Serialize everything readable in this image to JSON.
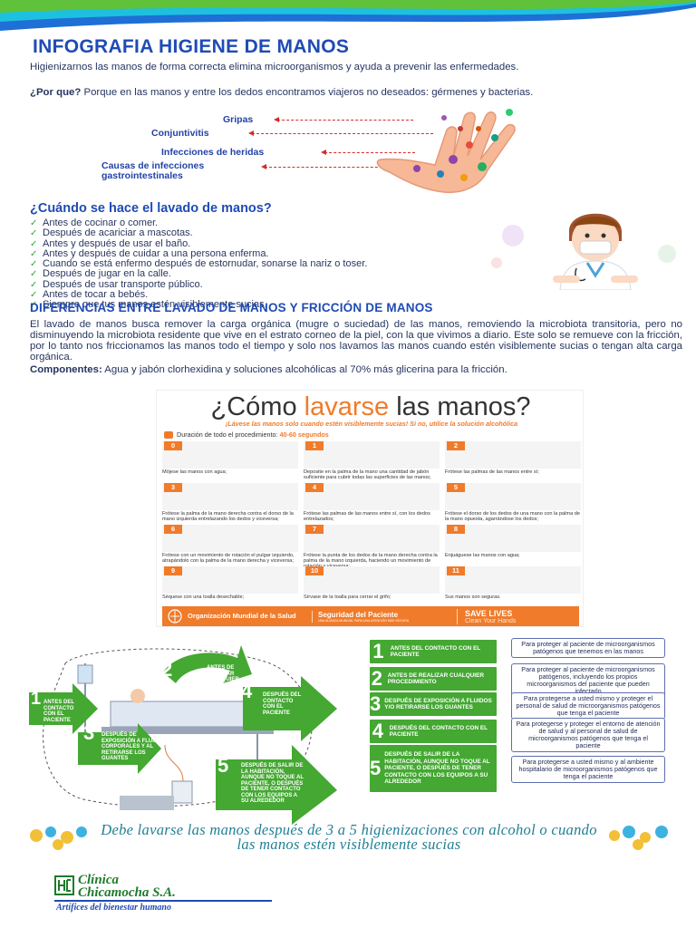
{
  "colors": {
    "title_blue": "#1f4bb5",
    "green": "#44a832",
    "orange": "#f07b2a",
    "red": "#d62b2b",
    "teal": "#1f7f95"
  },
  "header": {
    "title": "INFOGRAFIA HIGIENE DE MANOS"
  },
  "intro": "Higienizarnos las manos de forma correcta elimina microorganismos y ayuda a prevenir las enfermedades.",
  "why": {
    "label": "¿Por que?",
    "text": " Porque en las manos y entre los dedos encontramos viajeros no deseados: gérmenes y bacterias."
  },
  "diseases": [
    "Gripas",
    "Conjuntivitis",
    "Infecciones de heridas",
    "Causas de infecciones gastrointestinales"
  ],
  "when": {
    "title": "¿Cuándo se hace el lavado de manos?",
    "items": [
      "Antes de cocinar o comer.",
      "Después de acariciar a mascotas.",
      "Antes y después de usar el baño.",
      "Antes y después de cuidar a una persona enferma.",
      "Cuando se está enfermo después de estornudar, sonarse la nariz o toser.",
      "Después de jugar en la calle.",
      "Después de usar transporte público.",
      "Antes de tocar a bebés.",
      "Siempre que tus manos estén visiblemente sucias."
    ]
  },
  "differences": {
    "title": "DIFERENCIAS ENTRE LAVADO DE MANOS Y FRICCIÓN DE MANOS",
    "text": "El lavado de manos busca remover la carga orgánica (mugre o suciedad) de las manos, removiendo la microbiota transitoria, pero no disminuyendo la microbiota residente que vive en el estrato corneo de la piel, con la que vivimos a diario. Este solo se remueve con la fricción, por lo tanto nos friccionamos las manos todo el tiempo y solo nos lavamos las manos cuando estén visiblemente sucias o tengan alta carga orgánica.",
    "components_label": "Componentes:",
    "components_text": " Agua y jabón clorhexidina y soluciones alcohólicas al 70% más glicerina para la fricción."
  },
  "poster": {
    "title_pre": "¿Cómo ",
    "title_hl": "lavarse",
    "title_post": " las manos?",
    "subtitle": "¡Lávese las manos solo cuando estén visiblemente sucias! Si no, utilice la solución alcohólica",
    "duration_label": "Duración de todo el procedimiento: ",
    "duration_value": "40-60 segundos",
    "steps": [
      {
        "num": "0",
        "caption": "Mójese las manos con agua;"
      },
      {
        "num": "1",
        "caption": "Deposite en la palma de la mano una cantidad de jabón suficiente para cubrir todas las superficies de las manos;"
      },
      {
        "num": "2",
        "caption": "Frótese las palmas de las manos entre sí;"
      },
      {
        "num": "3",
        "caption": "Frótese la palma de la mano derecha contra el dorso de la mano izquierda entrelazando los dedos y viceversa;"
      },
      {
        "num": "4",
        "caption": "Frótese las palmas de las manos entre sí, con los dedos entrelazados;"
      },
      {
        "num": "5",
        "caption": "Frótese el dorso de los dedos de una mano con la palma de la mano opuesta, agarrándose los dedos;"
      },
      {
        "num": "6",
        "caption": "Frótese con un movimiento de rotación el pulgar izquierdo, atrapándolo con la palma de la mano derecha y viceversa;"
      },
      {
        "num": "7",
        "caption": "Frótese la punta de los dedos de la mano derecha contra la palma de la mano izquierda, haciendo un movimiento de rotación y viceversa;"
      },
      {
        "num": "8",
        "caption": "Enjuáguese las manos con agua;"
      },
      {
        "num": "9",
        "caption": "Séquese con una toalla desechable;"
      },
      {
        "num": "10",
        "caption": "Sírvase de la toalla para cerrar el grifo;"
      },
      {
        "num": "11",
        "caption": "Sus manos son seguras."
      }
    ],
    "footer": {
      "who": "Organización Mundial de la Salud",
      "safety": "Seguridad del Paciente",
      "safety_small": "UNA ALIANZA MUNDIAL PARA UNA ATENCIÓN MÁS SEGURA",
      "save_title": "SAVE LIVES",
      "save_sub": "Clean Your Hands"
    }
  },
  "moments_diagram": [
    {
      "num": "1",
      "label": "ANTES DEL CONTACTO CON EL PACIENTE"
    },
    {
      "num": "2",
      "label": "ANTES DE REALIZAR CUALQUIER PROCEDIMIENTO"
    },
    {
      "num": "3",
      "label": "DESPUÉS DE EXPOSICIÓN A FLUIDOS CORPORALES Y AL RETIRARSE LOS GUANTES"
    },
    {
      "num": "4",
      "label": "DESPUÉS DEL CONTACTO CON EL PACIENTE"
    },
    {
      "num": "5",
      "label": "DESPUÉS DE SALIR DE LA HABITACIÓN, AUNQUE NO TOQUE AL PACIENTE, O DESPUÉS DE TENER CONTACTO CON LOS EQUIPOS A SU ALREDEDOR"
    }
  ],
  "moments_list": [
    {
      "num": "1",
      "label": "ANTES DEL CONTACTO CON EL PACIENTE",
      "desc": "Para proteger al paciente de microorganismos patógenos que tenemos en las manos"
    },
    {
      "num": "2",
      "label": "ANTES DE REALIZAR CUALQUIER PROCEDIMIENTO",
      "desc": "Para proteger al paciente de microorganismos patógenos, incluyendo los propios microorganismos del paciente que pueden infectarlo"
    },
    {
      "num": "3",
      "label": "DESPUÉS DE EXPOSICIÓN A FLUIDOS Y/O RETIRARSE LOS GUANTES",
      "desc": "Para protegerse a usted mismo y proteger el personal de salud de microorganismos patógenos que tenga el paciente"
    },
    {
      "num": "4",
      "label": "DESPUÉS DEL CONTACTO CON EL PACIENTE",
      "desc": "Para protegerse y proteger el entorno de atención de salud y al personal de salud de microorganismos patógenos que tenga el paciente"
    },
    {
      "num": "5",
      "label": "DESPUÉS DE SALIR DE LA HABITACIÓN, AUNQUE NO TOQUE AL PACIENTE, O DESPUÉS DE TENER CONTACTO CON LOS EQUIPOS A SU ALREDEDOR",
      "desc": "Para protegerse a usted mismo y al ambiente hospitalario de microorganismos patógenos que tenga el paciente"
    }
  ],
  "closing": "Debe lavarse las manos después de 3 a 5 higienizaciones con alcohol o cuando las manos estén visiblemente sucias",
  "logo": {
    "name_line1": "Clínica",
    "name_line2": "Chicamocha S.A.",
    "tagline": "Artífices del bienestar humano"
  },
  "icons": [
    "check-icon",
    "hand-germs-illustration",
    "doctor-illustration",
    "who-emblem-icon",
    "arrow-icon",
    "colorful-hands-icon",
    "clinic-logo-icon"
  ]
}
